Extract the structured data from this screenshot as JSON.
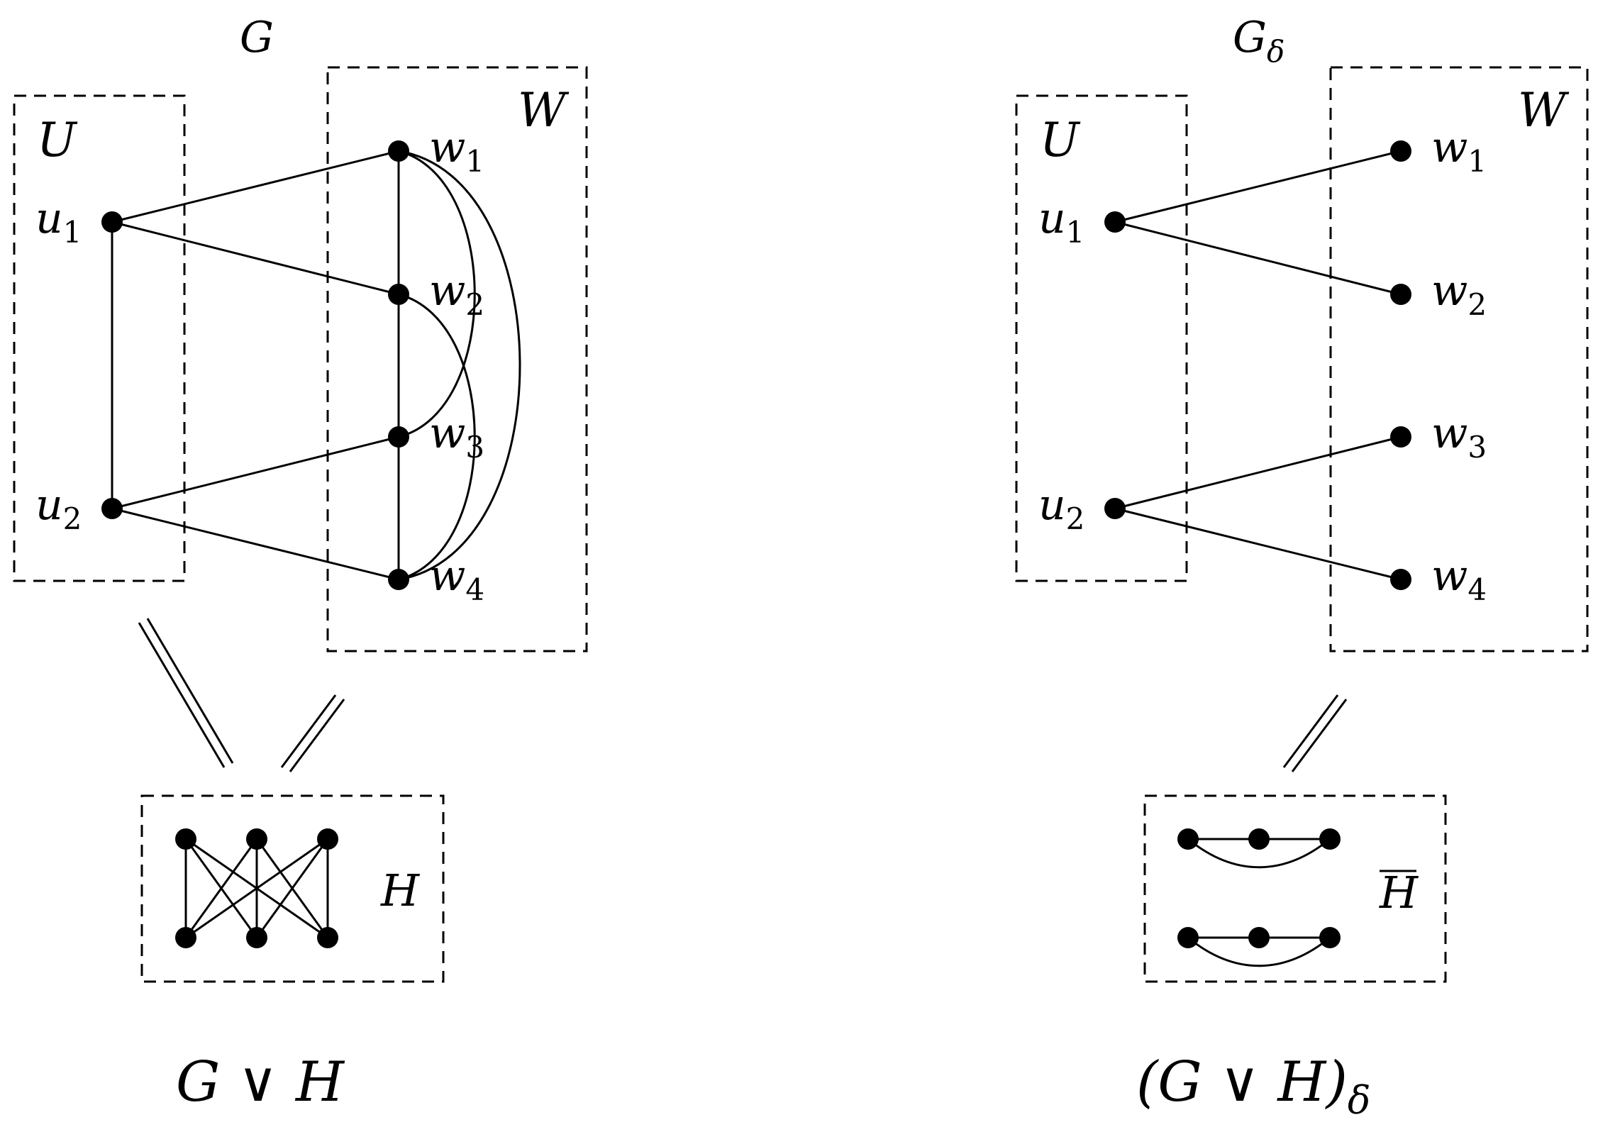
{
  "left": {
    "graph_label": "G",
    "set_u_label": "U",
    "set_w_label": "W",
    "vertices": {
      "u1": {
        "name": "u",
        "index": "1"
      },
      "u2": {
        "name": "u",
        "index": "2"
      },
      "w1": {
        "name": "w",
        "index": "1"
      },
      "w2": {
        "name": "w",
        "index": "2"
      },
      "w3": {
        "name": "w",
        "index": "3"
      },
      "w4": {
        "name": "w",
        "index": "4"
      }
    },
    "h_label": "H",
    "caption": "G ∨ H"
  },
  "right": {
    "graph_label": "G",
    "graph_label_sub": "δ",
    "set_u_label": "U",
    "set_w_label": "W",
    "vertices": {
      "u1": {
        "name": "u",
        "index": "1"
      },
      "u2": {
        "name": "u",
        "index": "2"
      },
      "w1": {
        "name": "w",
        "index": "1"
      },
      "w2": {
        "name": "w",
        "index": "2"
      },
      "w3": {
        "name": "w",
        "index": "3"
      },
      "w4": {
        "name": "w",
        "index": "4"
      }
    },
    "h_label": "H",
    "caption": "(G ∨ H)",
    "caption_sub": "δ"
  }
}
